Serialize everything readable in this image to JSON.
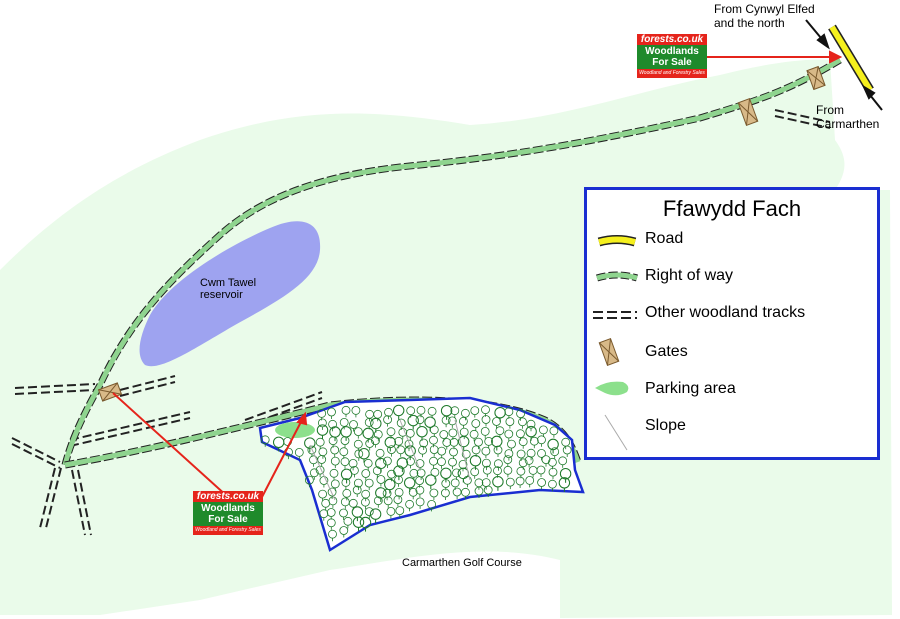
{
  "map": {
    "reservoir_label": "Cwm Tawel\nreservoir",
    "golf_label": "Carmarthen Golf Course",
    "from_north_label": "From Cynwyl Elfed\nand the north",
    "from_carmarthen_label": "From\nCarmarthen"
  },
  "signs": [
    {
      "top": "forests.co.uk",
      "mid": "Woodlands\nFor Sale",
      "bottom": "Woodland and Forestry Sales"
    },
    {
      "top": "forests.co.uk",
      "mid": "Woodlands\nFor Sale",
      "bottom": "Woodland and Forestry Sales"
    }
  ],
  "legend": {
    "title": "Ffawydd Fach",
    "items": [
      {
        "label": "Road",
        "icon": "road-symbol"
      },
      {
        "label": "Right of way",
        "icon": "right-of-way-symbol"
      },
      {
        "label": "Other woodland tracks",
        "icon": "track-symbol"
      },
      {
        "label": "Gates",
        "icon": "gate-icon"
      },
      {
        "label": "Parking area",
        "icon": "parking-icon"
      },
      {
        "label": "Slope",
        "icon": "slope-symbol"
      }
    ]
  },
  "colors": {
    "land": "#eafbea",
    "reservoir": "#9ea3f0",
    "boundary": "#1a2ed1",
    "right_of_way": "#8fd48f",
    "road": "#f5f01e",
    "arrow_red": "#e5241b",
    "sign_red": "#e5241b",
    "sign_green": "#1f8a2b"
  }
}
